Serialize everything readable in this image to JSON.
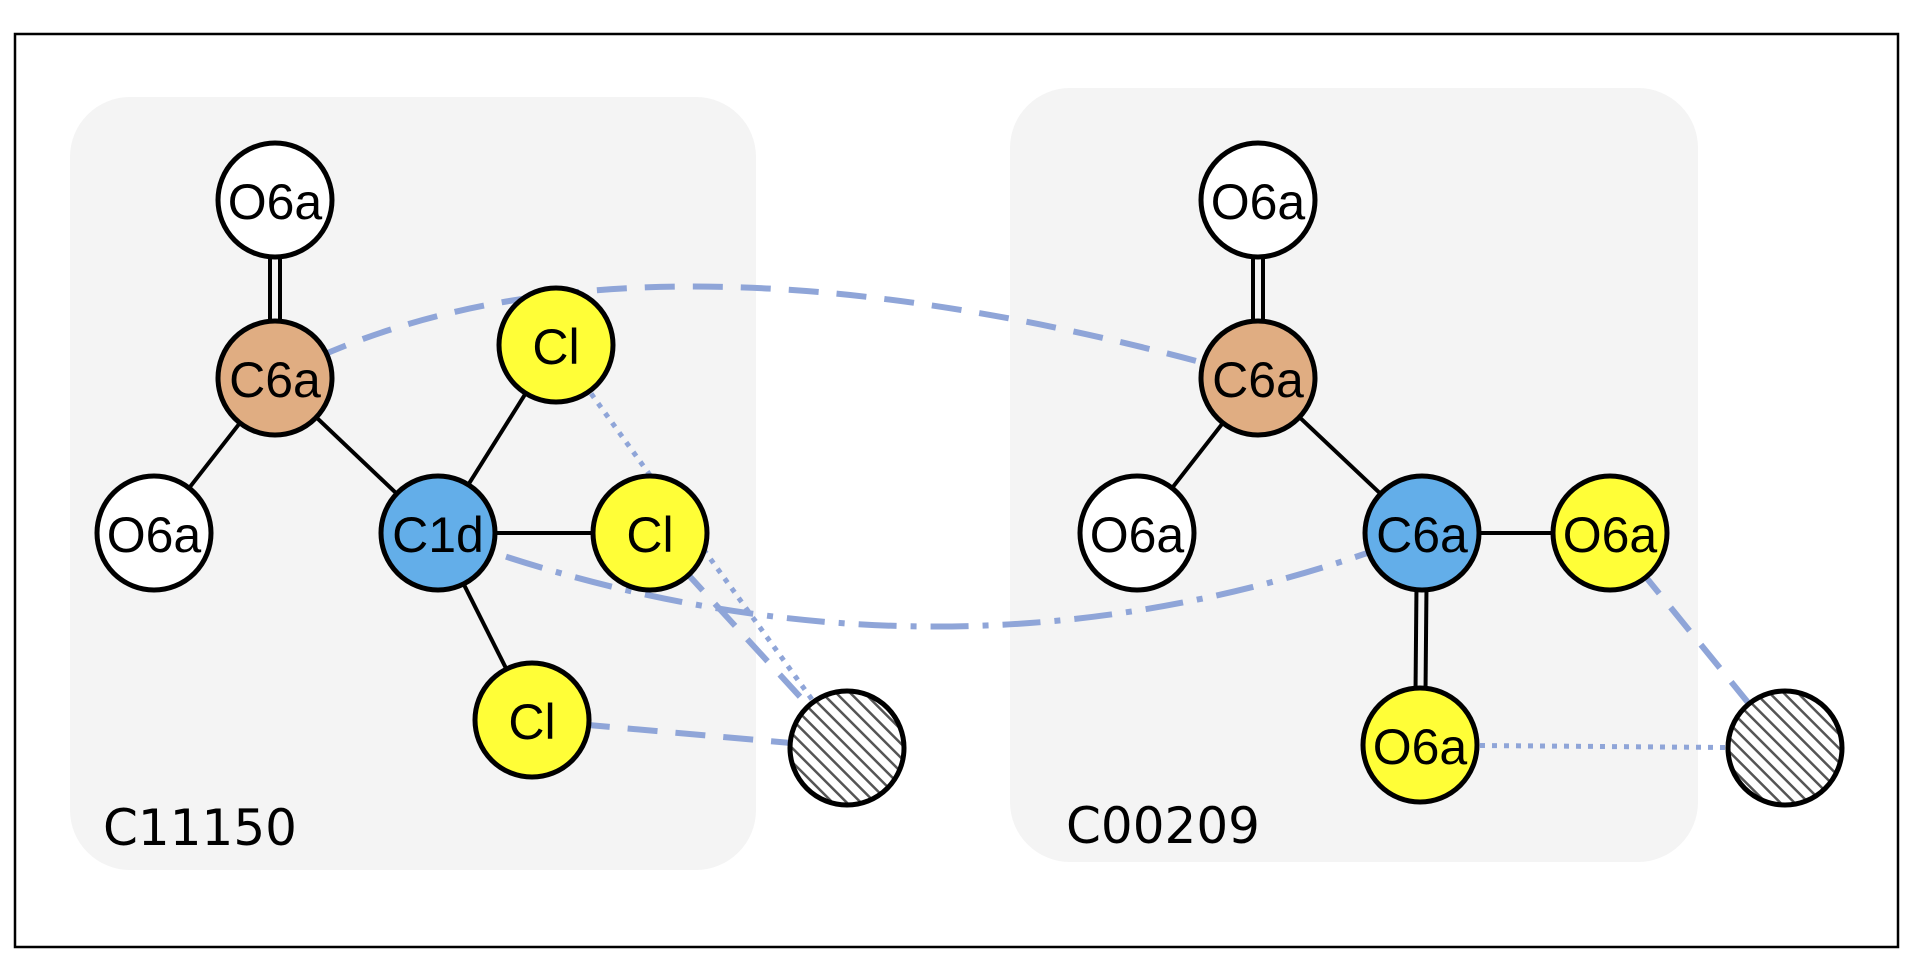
{
  "colors": {
    "white": "#ffffff",
    "orange": "#e0ad82",
    "blue": "#63aee9",
    "yellow": "#fffe37",
    "link": "#8fa5d8",
    "panel": "#f4f4f4"
  },
  "molecules": [
    {
      "id": "C11150",
      "label": "C11150",
      "atoms": [
        {
          "id": "a-o-top",
          "label": "O6a",
          "color": "white"
        },
        {
          "id": "a-c6a",
          "label": "C6a",
          "color": "orange"
        },
        {
          "id": "a-o-left",
          "label": "O6a",
          "color": "white"
        },
        {
          "id": "a-c1d",
          "label": "C1d",
          "color": "blue"
        },
        {
          "id": "a-cl-top",
          "label": "Cl",
          "color": "yellow"
        },
        {
          "id": "a-cl-mid",
          "label": "Cl",
          "color": "yellow"
        },
        {
          "id": "a-cl-bot",
          "label": "Cl",
          "color": "yellow"
        },
        {
          "id": "a-dummy",
          "label": "",
          "color": "hatched"
        }
      ],
      "bonds": [
        {
          "from": "a-o-top",
          "to": "a-c6a",
          "order": 2
        },
        {
          "from": "a-c6a",
          "to": "a-o-left",
          "order": 1
        },
        {
          "from": "a-c6a",
          "to": "a-c1d",
          "order": 1
        },
        {
          "from": "a-c1d",
          "to": "a-cl-top",
          "order": 1
        },
        {
          "from": "a-c1d",
          "to": "a-cl-mid",
          "order": 1
        },
        {
          "from": "a-c1d",
          "to": "a-cl-bot",
          "order": 1
        }
      ]
    },
    {
      "id": "C00209",
      "label": "C00209",
      "atoms": [
        {
          "id": "b-o-top",
          "label": "O6a",
          "color": "white"
        },
        {
          "id": "b-c6a",
          "label": "C6a",
          "color": "orange"
        },
        {
          "id": "b-o-left",
          "label": "O6a",
          "color": "white"
        },
        {
          "id": "b-c6a2",
          "label": "C6a",
          "color": "blue"
        },
        {
          "id": "b-o-right",
          "label": "O6a",
          "color": "yellow"
        },
        {
          "id": "b-o-bot",
          "label": "O6a",
          "color": "yellow"
        },
        {
          "id": "b-dummy",
          "label": "",
          "color": "hatched"
        }
      ],
      "bonds": [
        {
          "from": "b-o-top",
          "to": "b-c6a",
          "order": 2
        },
        {
          "from": "b-c6a",
          "to": "b-o-left",
          "order": 1
        },
        {
          "from": "b-c6a",
          "to": "b-c6a2",
          "order": 1
        },
        {
          "from": "b-c6a2",
          "to": "b-o-right",
          "order": 1
        },
        {
          "from": "b-c6a2",
          "to": "b-o-bot",
          "order": 2
        }
      ]
    }
  ],
  "mappings": [
    {
      "from": "a-c6a",
      "to": "b-c6a",
      "style": "dash"
    },
    {
      "from": "a-c1d",
      "to": "b-c6a2",
      "style": "dashdot"
    },
    {
      "from": "a-cl-top",
      "to": "a-dummy",
      "style": "dot"
    },
    {
      "from": "a-cl-mid",
      "to": "a-dummy",
      "style": "dash"
    },
    {
      "from": "a-cl-bot",
      "to": "a-dummy",
      "style": "dash"
    },
    {
      "from": "b-o-right",
      "to": "b-dummy",
      "style": "dash"
    },
    {
      "from": "b-o-bot",
      "to": "b-dummy",
      "style": "dot"
    }
  ]
}
